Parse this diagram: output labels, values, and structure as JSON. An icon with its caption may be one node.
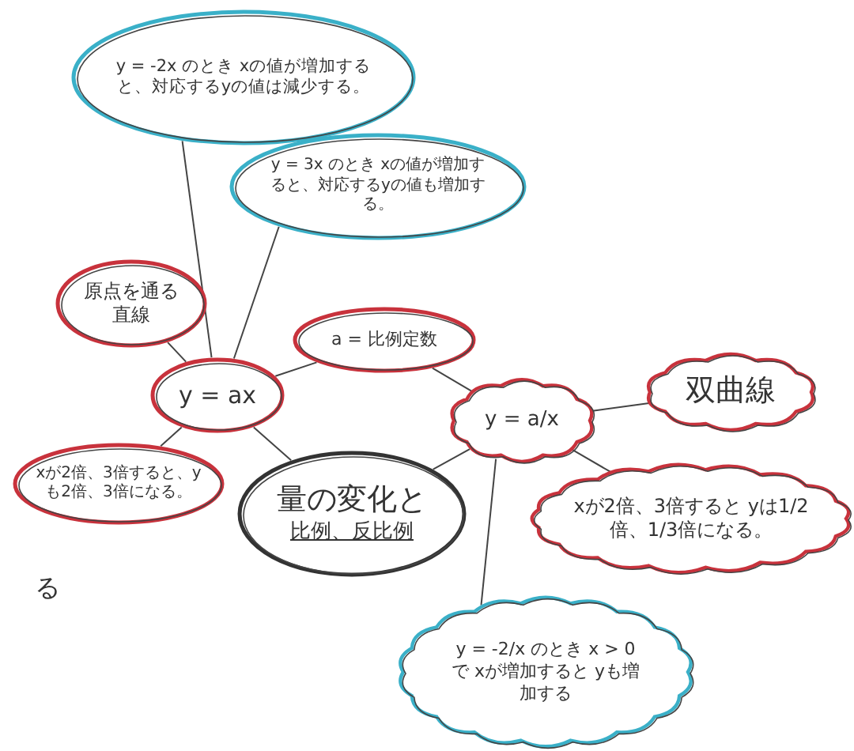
{
  "diagram": {
    "nodes": [
      {
        "text": [
          "量の変化と",
          "比例、反比例"
        ]
      },
      {
        "text": [
          "y = ax"
        ]
      },
      {
        "text": [
          "原点を通る直線"
        ]
      },
      {
        "text": [
          "xが2倍、3倍すると、yも2倍、3倍になる。"
        ]
      },
      {
        "text": [
          "y = -2x のとき xの値が増加すると、対応するyの値は減少する。"
        ]
      },
      {
        "text": [
          "y = 3x のとき xの値が増加すると、対応するyの値も増加する。"
        ]
      },
      {
        "text": [
          "a = 比例定数"
        ]
      },
      {
        "text": [
          "y = a/x"
        ]
      },
      {
        "text": [
          "双曲線"
        ]
      },
      {
        "text": [
          "xが2倍、3倍すると yは1/2倍、1/3倍になる。"
        ]
      },
      {
        "text": [
          "y = -2/x のとき x > 0 で xが増加すると yも増加する"
        ]
      }
    ],
    "edges": [
      {
        "from": 1,
        "to": 2,
        "arrow": "none"
      },
      {
        "from": 1,
        "to": 4,
        "arrow": "none"
      },
      {
        "from": 1,
        "to": 5,
        "arrow": "none"
      },
      {
        "from": 1,
        "to": 3,
        "arrow": "none"
      },
      {
        "from": 1,
        "to": 0,
        "arrow": "none"
      },
      {
        "from": 1,
        "to": 6,
        "arrow": "none"
      },
      {
        "from": 6,
        "to": 7,
        "arrow": "none"
      },
      {
        "from": 7,
        "to": 8,
        "arrow": "none"
      },
      {
        "from": 7,
        "to": 0,
        "arrow": "none"
      },
      {
        "from": 7,
        "to": 9,
        "arrow": "none"
      },
      {
        "from": 7,
        "to": 10,
        "arrow": "none"
      }
    ],
    "labels": [
      "る"
    ]
  }
}
